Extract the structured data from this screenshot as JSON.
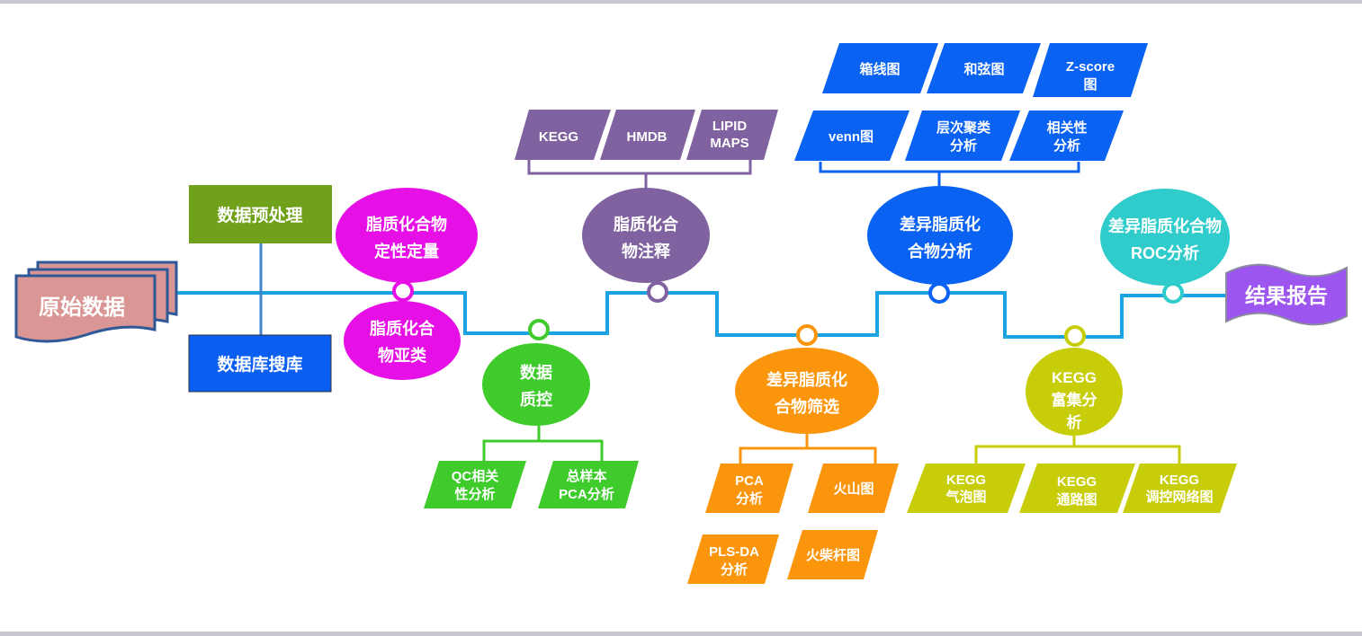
{
  "colors": {
    "spine": "#1aa3e0",
    "raw": "#d99694",
    "preprocess": "#6fa11b",
    "dbsearch": "#0a5ff2",
    "magenta": "#e610e6",
    "qc": "#3fcb2c",
    "annot": "#7f629f",
    "screen": "#fb950c",
    "diff": "#0a62f2",
    "kegg": "#c8cd0a",
    "roc": "#30cbcb",
    "report": "#9d55ef"
  },
  "raw_data": {
    "label": "原始数据"
  },
  "report": {
    "label": "结果报告"
  },
  "preprocess": {
    "label": "数据预处理"
  },
  "dbsearch": {
    "label": "数据库搜库"
  },
  "quant": {
    "line1": "脂质化合物",
    "line2": "定性定量"
  },
  "subclass": {
    "line1": "脂质化合",
    "line2": "物亚类"
  },
  "qc": {
    "line1": "数据",
    "line2": "质控",
    "items": [
      {
        "line1": "QC相关",
        "line2": "性分析"
      },
      {
        "line1": "总样本",
        "line2": "PCA分析"
      }
    ]
  },
  "annot": {
    "line1": "脂质化合",
    "line2": "物注释",
    "items": [
      {
        "line1": "KEGG",
        "line2": ""
      },
      {
        "line1": "HMDB",
        "line2": ""
      },
      {
        "line1": "LIPID",
        "line2": "MAPS"
      }
    ]
  },
  "screen": {
    "line1": "差异脂质化",
    "line2": "合物筛选",
    "items": [
      {
        "line1": "PCA",
        "line2": "分析"
      },
      {
        "line1": "火山图",
        "line2": ""
      },
      {
        "line1": "PLS-DA",
        "line2": "分析"
      },
      {
        "line1": "火柴杆图",
        "line2": ""
      }
    ]
  },
  "diff": {
    "line1": "差异脂质化",
    "line2": "合物分析",
    "items": [
      {
        "line1": "箱线图",
        "line2": ""
      },
      {
        "line1": "和弦图",
        "line2": ""
      },
      {
        "line1": "Z-score",
        "line2": "图"
      },
      {
        "line1": "venn图",
        "line2": ""
      },
      {
        "line1": "层次聚类",
        "line2": "分析"
      },
      {
        "line1": "相关性",
        "line2": "分析"
      }
    ]
  },
  "kegg": {
    "line1": "KEGG",
    "line2": "富集分",
    "line3": "析",
    "items": [
      {
        "line1": "KEGG",
        "line2": "气泡图"
      },
      {
        "line1": "KEGG",
        "line2": "通路图"
      },
      {
        "line1": "KEGG",
        "line2": "调控网络图"
      }
    ]
  },
  "roc": {
    "line1": "差异脂质化合物",
    "line2": "ROC分析"
  }
}
